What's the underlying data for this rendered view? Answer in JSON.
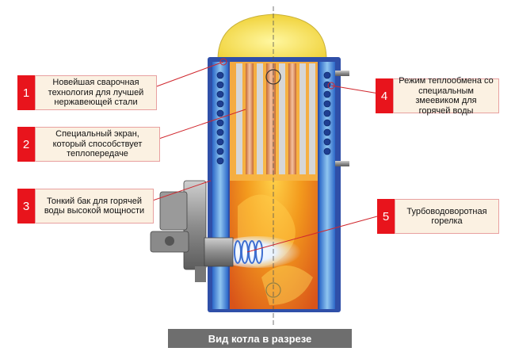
{
  "callouts": [
    {
      "num": "1",
      "text": "Новейшая сварочная технология для лучшей нержавеющей стали"
    },
    {
      "num": "2",
      "text": "Специальный экран, который способствует теплопередаче"
    },
    {
      "num": "3",
      "text": "Тонкий бак для горячей воды высокой мощности"
    },
    {
      "num": "4",
      "text": "Режим теплообмена со специальным змеевиком для горячей воды"
    },
    {
      "num": "5",
      "text": "Турбоводоворотная горелка"
    }
  ],
  "caption": "Вид котла в разрезе",
  "colors": {
    "badge": "#e8141c",
    "box_bg": "#fbf1e2",
    "tank": "#2f4fa8",
    "flame": "#f08a1a"
  }
}
